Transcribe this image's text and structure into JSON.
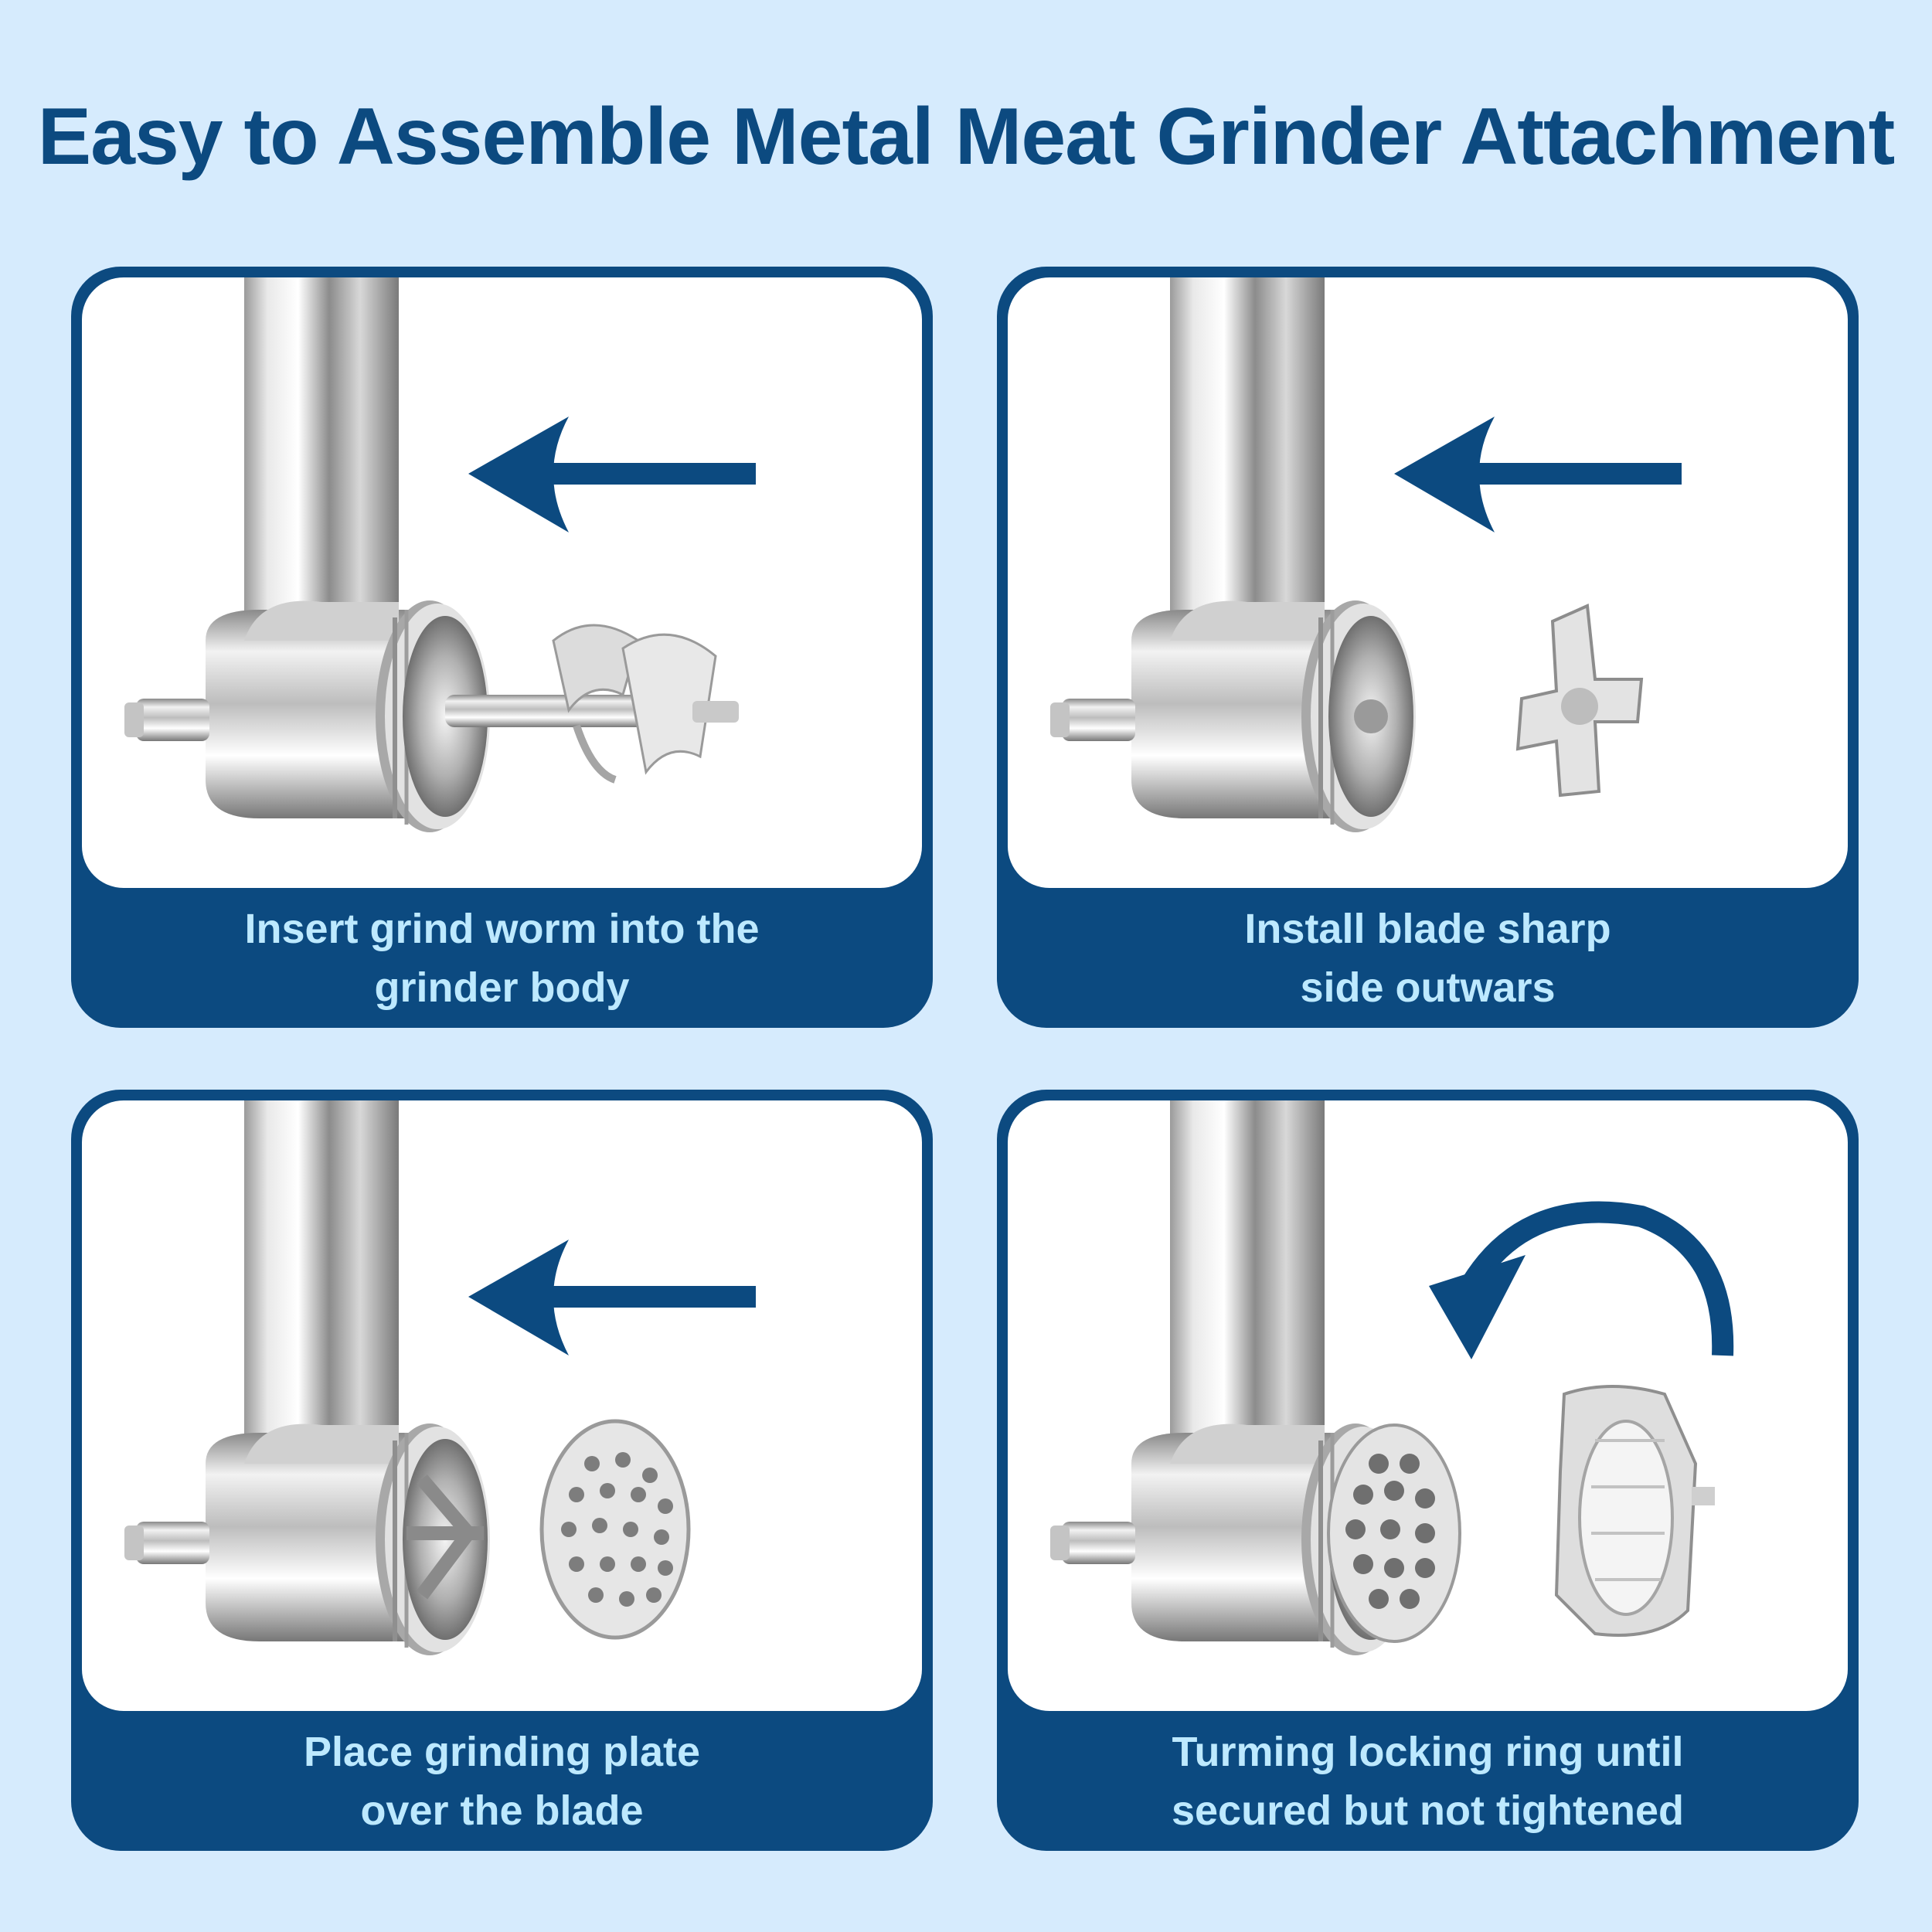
{
  "title": "Easy to Assemble Metal Meat Grinder Attachment",
  "colors": {
    "background": "#d6ebfd",
    "navy": "#0c4a80",
    "caption_text": "#bde9ff",
    "photo_bg": "#ffffff"
  },
  "steps": [
    {
      "caption_line1": "Insert grind worm into the",
      "caption_line2": "grinder body",
      "arrow": "arrow-left-icon",
      "part": "grind-worm"
    },
    {
      "caption_line1": "Install blade sharp",
      "caption_line2": "side outwars",
      "arrow": "arrow-left-icon",
      "part": "blade"
    },
    {
      "caption_line1": "Place grinding plate",
      "caption_line2": "over the blade",
      "arrow": "arrow-left-icon",
      "part": "grinding-plate"
    },
    {
      "caption_line1": "Turming locking ring until",
      "caption_line2": "secured but not tightened",
      "arrow": "curved-arrow-icon",
      "part": "locking-ring"
    }
  ]
}
